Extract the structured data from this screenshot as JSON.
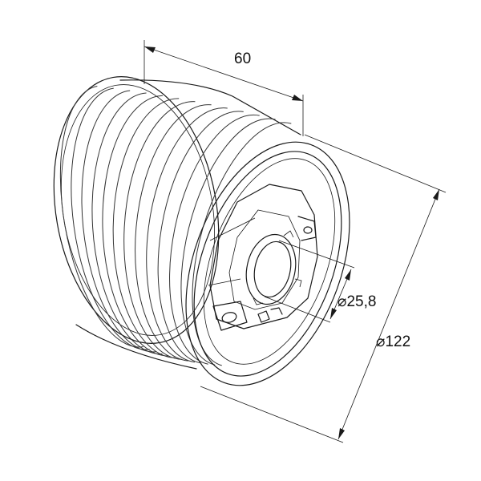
{
  "dimensions": {
    "width_label": "60",
    "bore_label": "⌀25,8",
    "outer_label": "⌀122"
  },
  "colors": {
    "line": "#1a1a1a",
    "background": "#ffffff",
    "text": "#111111"
  }
}
